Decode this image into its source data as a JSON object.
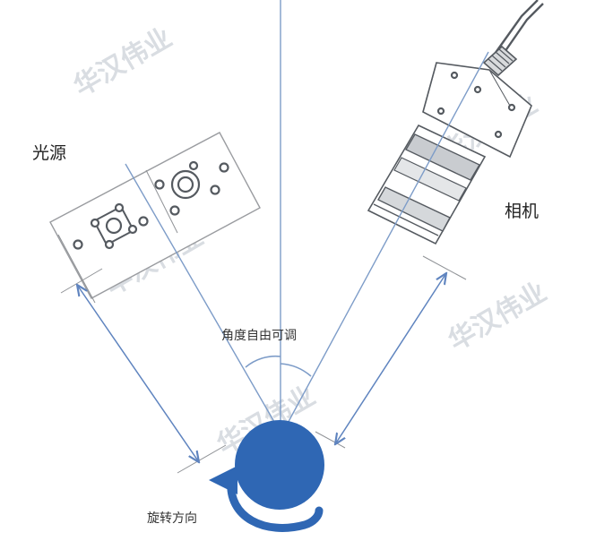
{
  "labels": {
    "light_source": "光源",
    "camera": "相机",
    "angle_adjustable": "角度自由可调",
    "rotation_direction": "旋转方向"
  },
  "watermark": {
    "text": "华汉伟业",
    "color": "#d9dde2"
  },
  "colors": {
    "object_blue": "#2f67b4",
    "axis_line": "#7d9cc8",
    "dimension_arrow": "#5f84bf",
    "device_outline": "#555a60"
  },
  "icons": {
    "object": "blue-sphere",
    "rotation": "curved-arrow"
  }
}
